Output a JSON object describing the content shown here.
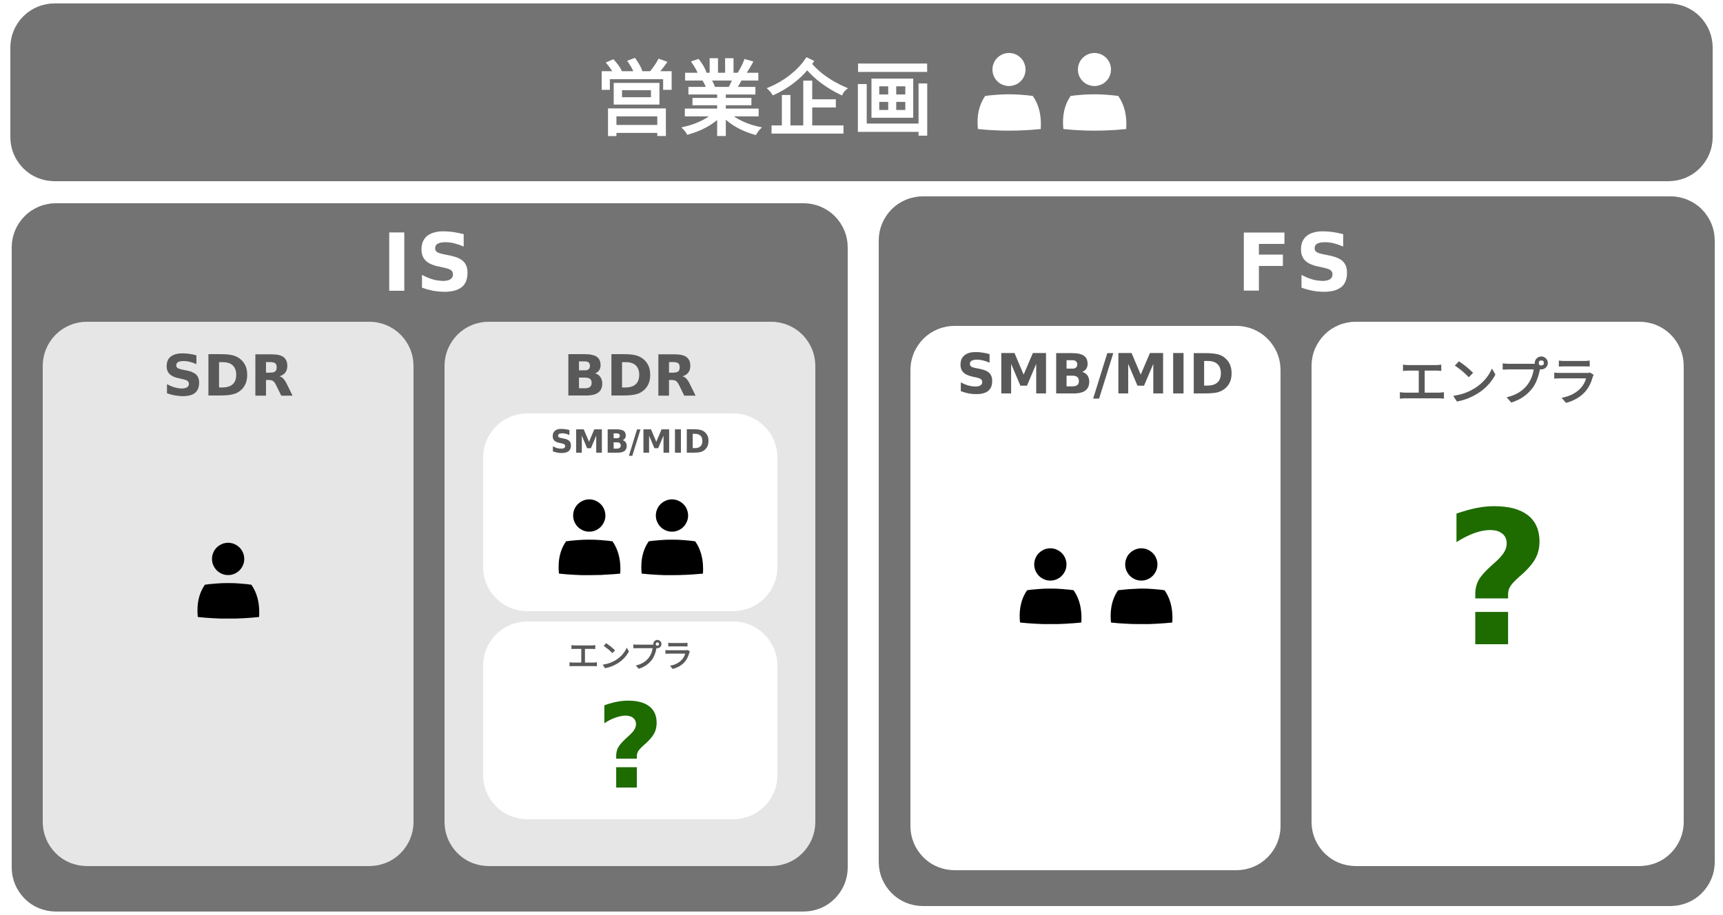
{
  "header": {
    "title": "営業企画",
    "people_count": 2
  },
  "is_section": {
    "title": "IS",
    "sdr": {
      "title": "SDR",
      "people_count": 1
    },
    "bdr": {
      "title": "BDR",
      "smb_mid": {
        "title": "SMB/MID",
        "people_count": 2
      },
      "enterprise": {
        "title": "エンプラ",
        "mark": "?"
      }
    }
  },
  "fs_section": {
    "title": "FS",
    "smb_mid": {
      "title": "SMB/MID",
      "people_count": 2
    },
    "enterprise": {
      "title": "エンプラ",
      "mark": "?"
    }
  },
  "colors": {
    "panel_dark": "#737373",
    "panel_light": "#e6e6e6",
    "panel_white": "#ffffff",
    "label_gray": "#595959",
    "person_black": "#000000",
    "question_green": "#1e6b00"
  },
  "icons": [
    "person-icon",
    "question-mark-icon"
  ]
}
